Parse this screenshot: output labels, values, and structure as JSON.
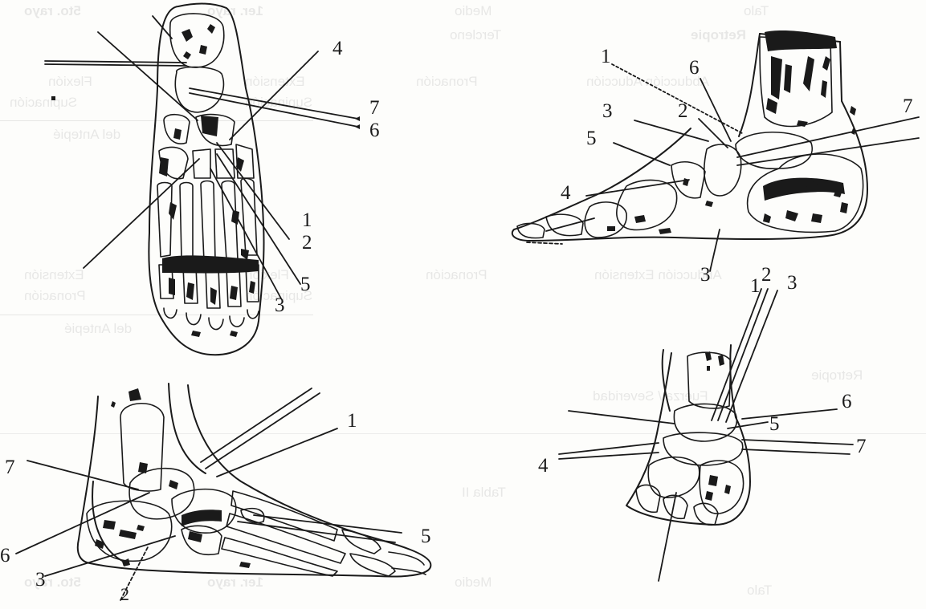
{
  "colors": {
    "ink": "#1a1a1a",
    "paper": "#fdfdfb",
    "bleed": "#8a8a8a"
  },
  "views": [
    {
      "name": "dorsal-view",
      "labels": [
        "7",
        "6",
        "4",
        "1",
        "2",
        "5",
        "3"
      ]
    },
    {
      "name": "medial-view",
      "labels": [
        "1",
        "6",
        "3",
        "2",
        "7",
        "5",
        "4",
        "3"
      ]
    },
    {
      "name": "lateral-view",
      "labels": [
        "1",
        "7",
        "5",
        "6",
        "3",
        "2"
      ]
    },
    {
      "name": "posterior-view",
      "labels": [
        "1",
        "2",
        "3",
        "6",
        "5",
        "4",
        "7"
      ]
    }
  ],
  "bleed_through": [
    "5to. rayo",
    "1er. rayo",
    "Medio",
    "Talo",
    "Tercleno",
    "Retropie",
    "Flexión",
    "Extensión",
    "Supinación",
    "Pronación",
    "Supinación",
    "Abducción Aducción",
    "del Antepié",
    "Extensión",
    "Pronación",
    "Flexión",
    "Supinación",
    "Pronación",
    "Abducción Extensión",
    "del Antepié",
    "Retropie",
    "Fuerza / Severidad",
    "Tabla II",
    "5to. rayo",
    "1er. rayo",
    "Medio",
    "Talo"
  ]
}
